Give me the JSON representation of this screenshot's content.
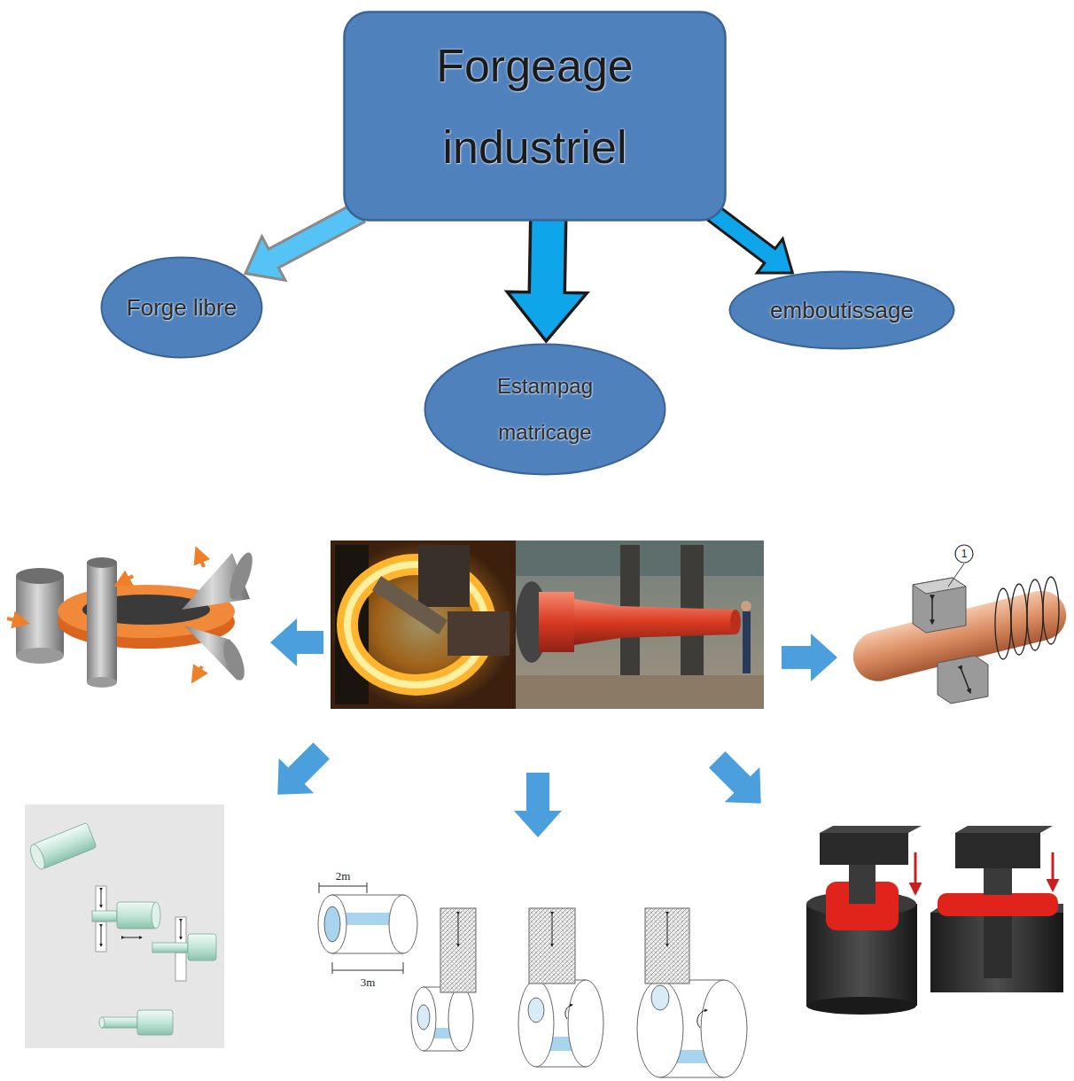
{
  "diagram": {
    "nodes": [
      {
        "text": [
          "Forgeage industriel"
        ]
      },
      {
        "text": [
          "Forge libre"
        ]
      },
      {
        "text": [
          "Estampag matricage"
        ]
      },
      {
        "text": [
          "emboutissage"
        ]
      }
    ],
    "edges": [
      {
        "from": 0,
        "to": 1,
        "arrow": "to"
      },
      {
        "from": 0,
        "to": 2,
        "arrow": "to"
      },
      {
        "from": 0,
        "to": 3,
        "arrow": "to"
      }
    ],
    "labels": [
      "1",
      "2m",
      "3m"
    ]
  }
}
